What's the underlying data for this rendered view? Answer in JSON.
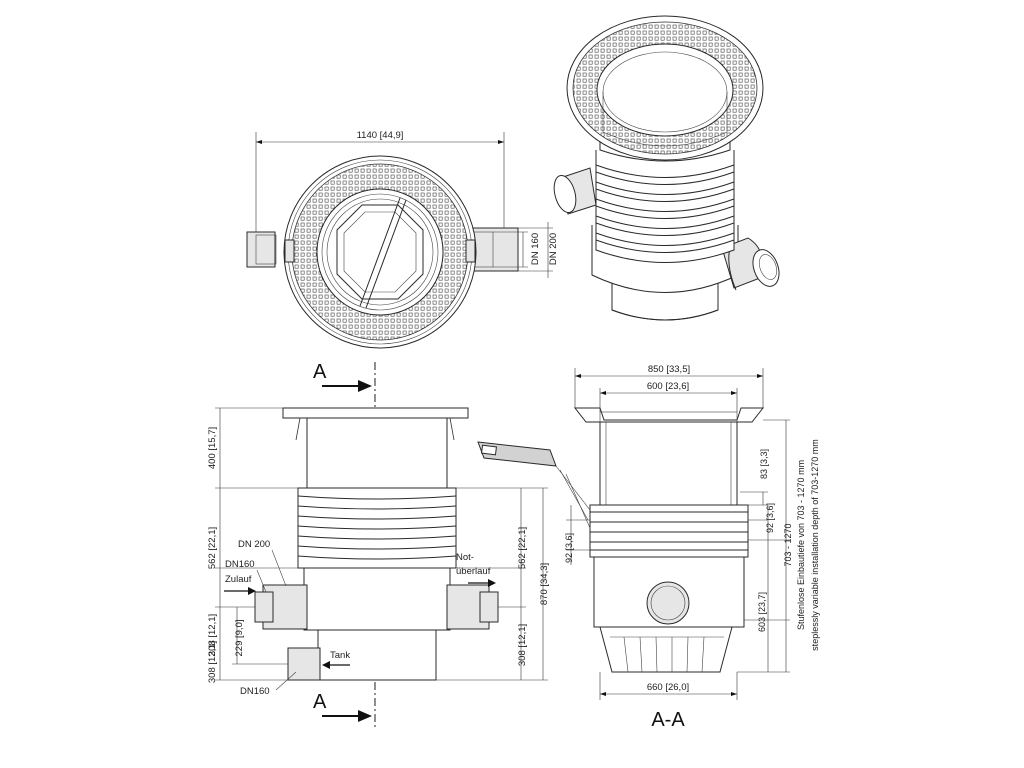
{
  "top_view": {
    "width_dim": "1140 [44,9]",
    "dn160": "DN 160",
    "dn200": "DN 200"
  },
  "front_view": {
    "section_marker_top": "A",
    "section_marker_bottom": "A",
    "dim_400": "400 [15,7]",
    "dim_562_left": "562 [22,1]",
    "dim_308_left_upper": "308 [12,1]",
    "dim_229": "229 [9,0]",
    "dim_308_left_lower": "308 [12,1]",
    "dim_562_right": "562 [22,1]",
    "dim_308_right": "308 [12,1]",
    "dim_870": "870 [34,3]",
    "label_dn200": "DN 200",
    "label_dn160_top": "DN160",
    "label_zulauf": "Zulauf",
    "label_not": "Not-",
    "label_ueberlauf": "überlauf",
    "label_tank": "Tank",
    "label_dn160_bottom": "DN160"
  },
  "section_view": {
    "title": "A-A",
    "dim_850": "850 [33,5]",
    "dim_600": "600 [23,6]",
    "dim_660": "660 [26,0]",
    "dim_83": "83 [3,3]",
    "dim_92_right": "92 [3,6]",
    "dim_92_left": "92 [3,6]",
    "dim_603": "603 [23,7]",
    "dim_703_1270": "703 - 1270",
    "note_de": "Stufenlose Einbautiefe von 703 - 1270 mm",
    "note_en": "steplessly variable installation depth of 703-1270 mm"
  }
}
